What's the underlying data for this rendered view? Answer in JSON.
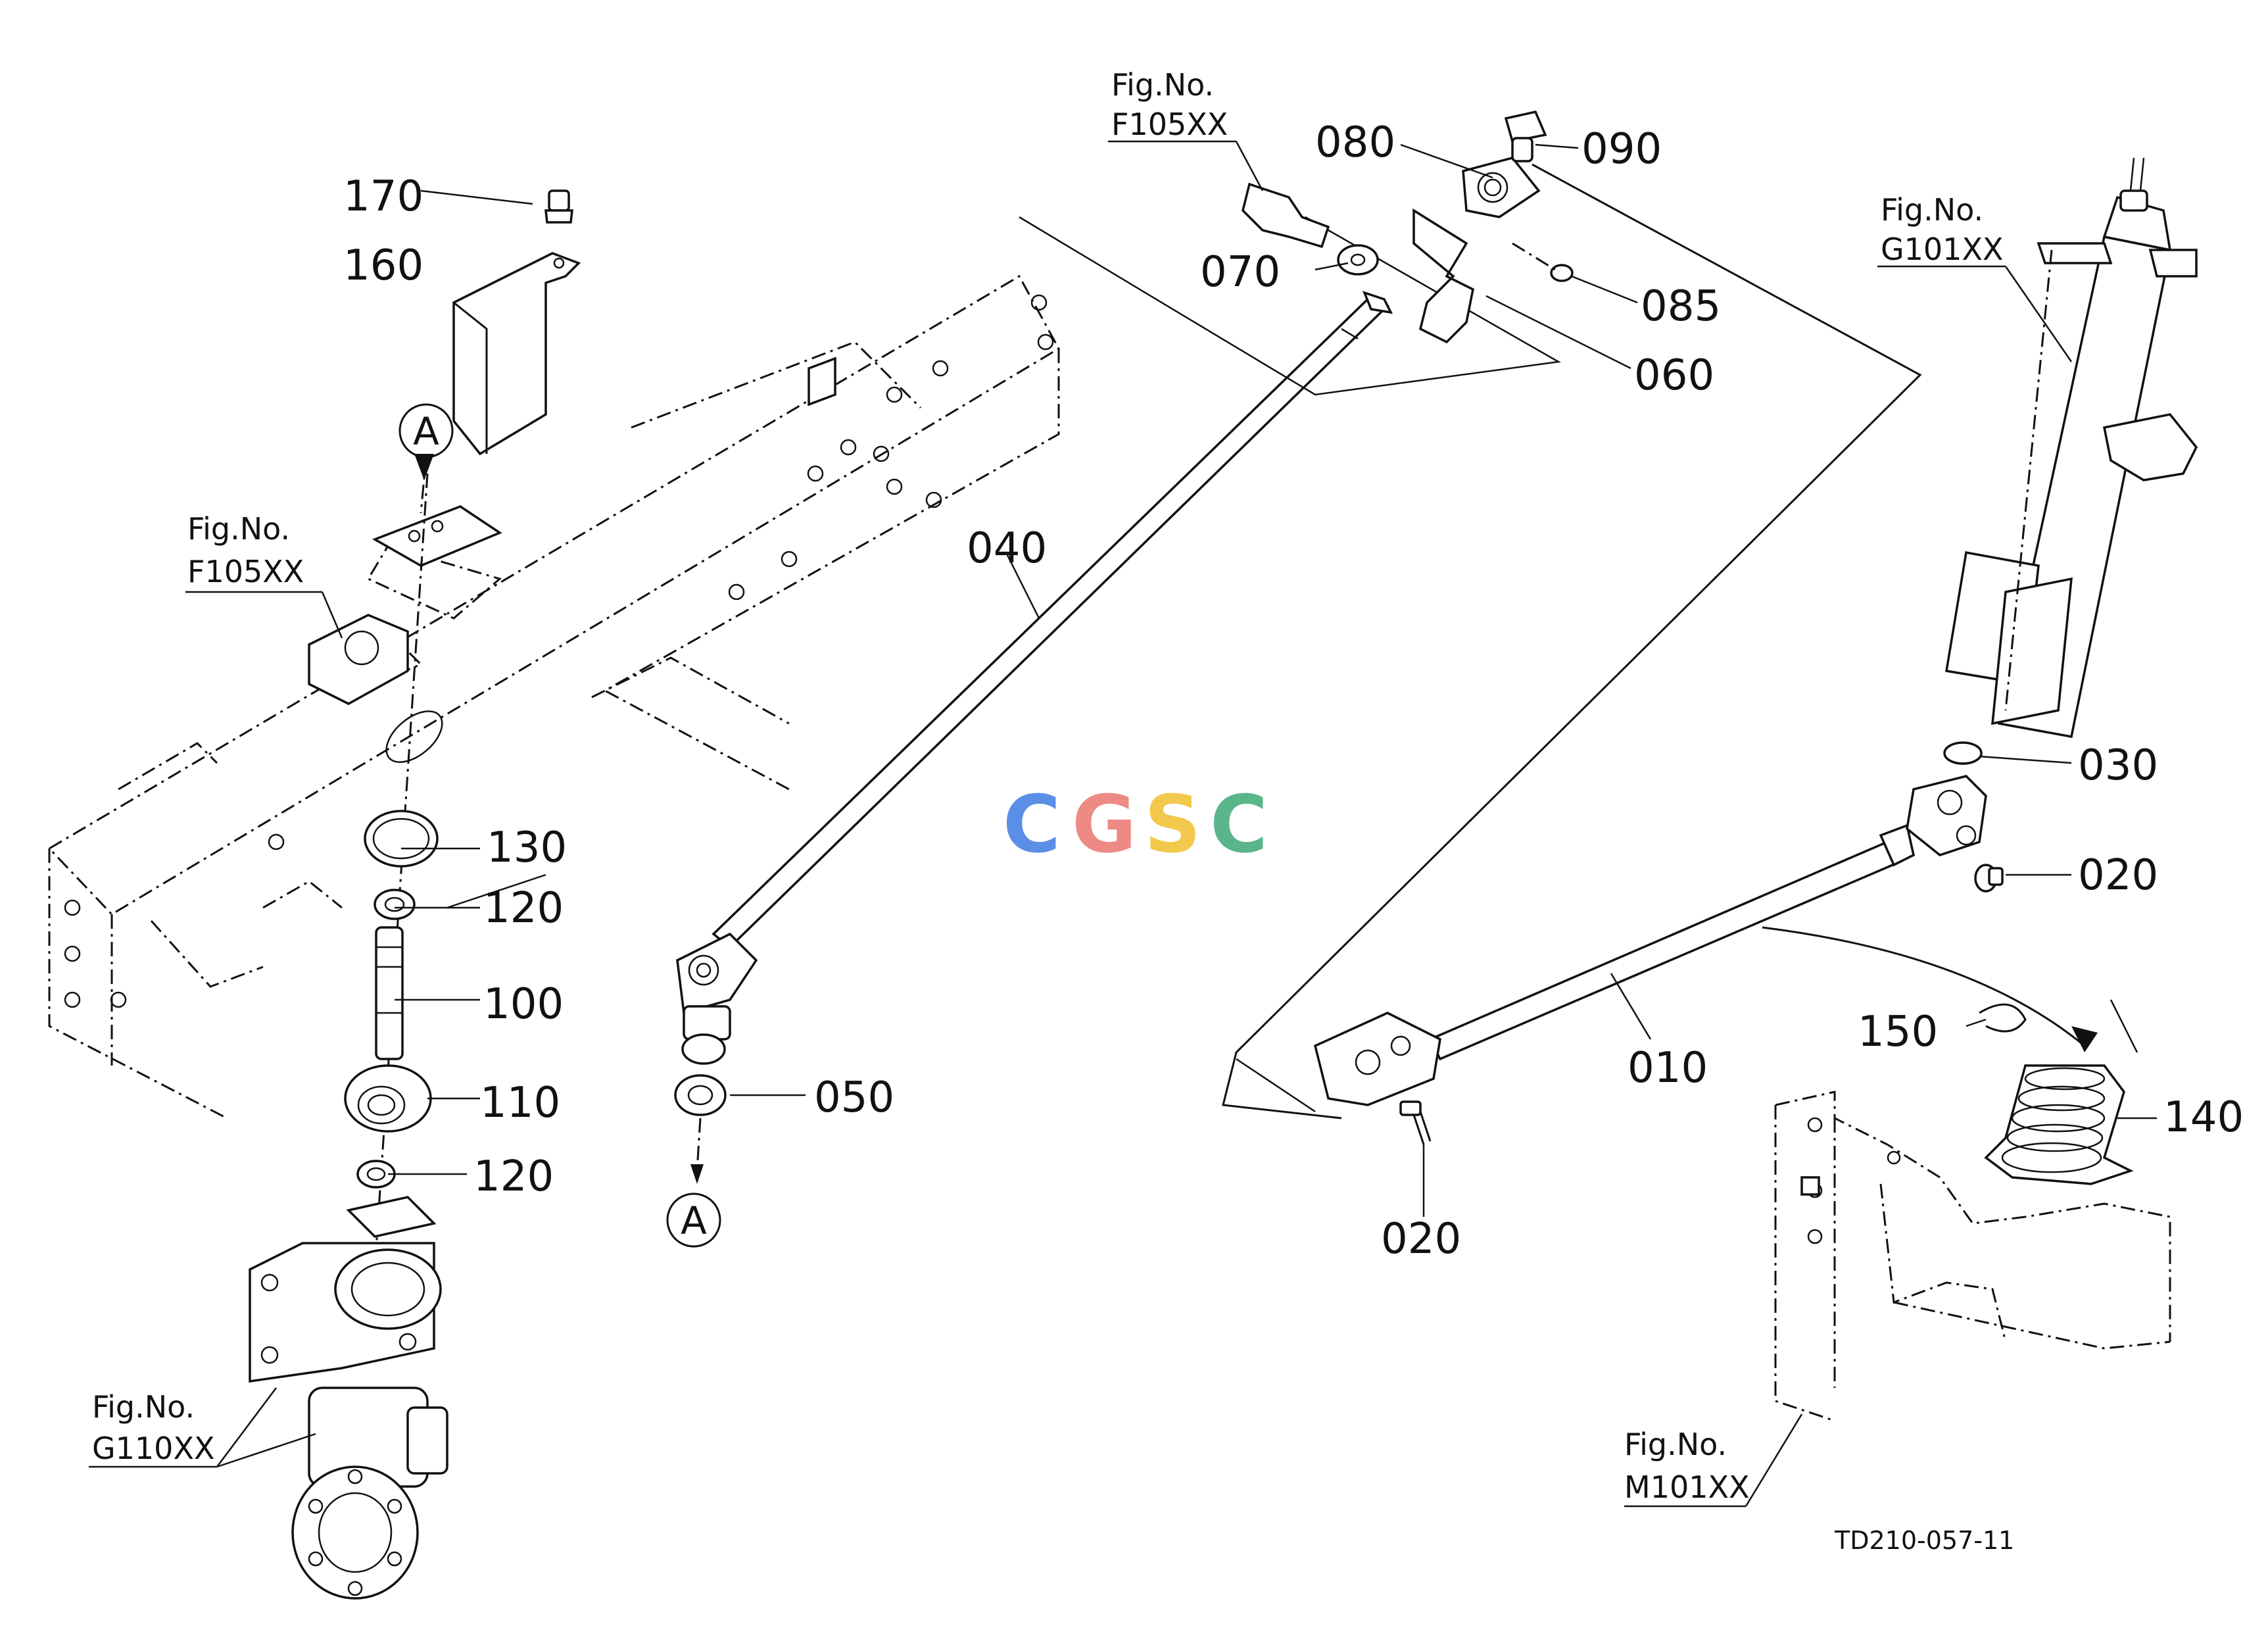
{
  "parts": {
    "p170": "170",
    "p160": "160",
    "p130": "130",
    "p120a": "120",
    "p100": "100",
    "p110": "110",
    "p120b": "120",
    "p040": "040",
    "p050": "050",
    "p070": "070",
    "p080": "080",
    "p090": "090",
    "p085": "085",
    "p060": "060",
    "p030": "030",
    "p020a": "020",
    "p010": "010",
    "p020b": "020",
    "p150": "150",
    "p140": "140"
  },
  "figure_refs": {
    "f105_top": {
      "caption": "Fig.No.",
      "code": "F105XX"
    },
    "f105_left": {
      "caption": "Fig.No.",
      "code": "F105XX"
    },
    "g101": {
      "caption": "Fig.No.",
      "code": "G101XX"
    },
    "g110": {
      "caption": "Fig.No.",
      "code": "G110XX"
    },
    "m101": {
      "caption": "Fig.No.",
      "code": "M101XX"
    }
  },
  "callouts": {
    "a_top": "A",
    "a_bottom": "A"
  },
  "drawing_code": "TD210-057-11",
  "watermark": {
    "letters": [
      "C",
      "G",
      "S",
      "C"
    ],
    "colors": [
      "#5b8ee6",
      "#ec8a83",
      "#f2c94c",
      "#5bb58a"
    ]
  }
}
